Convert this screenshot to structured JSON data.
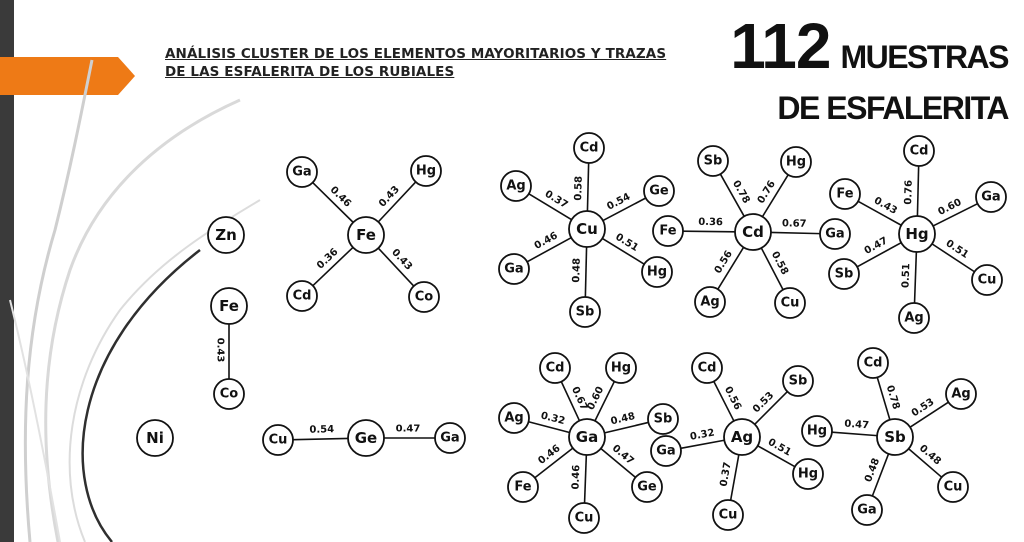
{
  "slide": {
    "title": "ANÁLISIS CLUSTER DE LOS ELEMENTOS MAYORITARIOS Y TRAZAS DE LAS ESFALERITA DE LOS RUBIALES",
    "big_count": "112",
    "big_word1": "MUESTRAS",
    "big_word2": "DE ESFALERITA"
  },
  "colors": {
    "accent": "#ee7a16",
    "bar": "#3a3a3a",
    "ink": "#111111"
  },
  "clusters": [
    {
      "id": "zn",
      "center": "Zn",
      "links": []
    },
    {
      "id": "ni",
      "center": "Ni",
      "links": []
    },
    {
      "id": "fe-co",
      "center": "Fe",
      "links": [
        {
          "el": "Co",
          "r": "0.43"
        }
      ]
    },
    {
      "id": "fe",
      "center": "Fe",
      "links": [
        {
          "el": "Ga",
          "r": "0.46"
        },
        {
          "el": "Hg",
          "r": "0.43"
        },
        {
          "el": "Cd",
          "r": "0.36"
        },
        {
          "el": "Co",
          "r": "0.43"
        }
      ]
    },
    {
      "id": "ge",
      "center": "Ge",
      "links": [
        {
          "el": "Cu",
          "r": "0.54"
        },
        {
          "el": "Ga",
          "r": "0.47"
        }
      ]
    },
    {
      "id": "cu",
      "center": "Cu",
      "links": [
        {
          "el": "Cd",
          "r": "0.58"
        },
        {
          "el": "Ge",
          "r": "0.54"
        },
        {
          "el": "Hg",
          "r": "0.51"
        },
        {
          "el": "Sb",
          "r": "0.48"
        },
        {
          "el": "Ga",
          "r": "0.46"
        },
        {
          "el": "Ag",
          "r": "0.37"
        }
      ]
    },
    {
      "id": "cd",
      "center": "Cd",
      "links": [
        {
          "el": "Sb",
          "r": "0.78"
        },
        {
          "el": "Hg",
          "r": "0.76"
        },
        {
          "el": "Ga",
          "r": "0.67"
        },
        {
          "el": "Cu",
          "r": "0.58"
        },
        {
          "el": "Ag",
          "r": "0.56"
        },
        {
          "el": "Fe",
          "r": "0.36"
        }
      ]
    },
    {
      "id": "hg",
      "center": "Hg",
      "links": [
        {
          "el": "Cd",
          "r": "0.76"
        },
        {
          "el": "Ga",
          "r": "0.60"
        },
        {
          "el": "Cu",
          "r": "0.51"
        },
        {
          "el": "Ag",
          "r": "0.51"
        },
        {
          "el": "Sb",
          "r": "0.47"
        },
        {
          "el": "Fe",
          "r": "0.43"
        }
      ]
    },
    {
      "id": "ga",
      "center": "Ga",
      "links": [
        {
          "el": "Cd",
          "r": "0.67"
        },
        {
          "el": "Hg",
          "r": "0.60"
        },
        {
          "el": "Sb",
          "r": "0.48"
        },
        {
          "el": "Ge",
          "r": "0.47"
        },
        {
          "el": "Cu",
          "r": "0.46"
        },
        {
          "el": "Fe",
          "r": "0.46"
        },
        {
          "el": "Ag",
          "r": "0.32"
        }
      ]
    },
    {
      "id": "ag",
      "center": "Ag",
      "links": [
        {
          "el": "Cd",
          "r": "0.56"
        },
        {
          "el": "Sb",
          "r": "0.53"
        },
        {
          "el": "Hg",
          "r": "0.51"
        },
        {
          "el": "Cu",
          "r": "0.37"
        },
        {
          "el": "Ga",
          "r": "0.32"
        }
      ]
    },
    {
      "id": "sb",
      "center": "Sb",
      "links": [
        {
          "el": "Cd",
          "r": "0.78"
        },
        {
          "el": "Ag",
          "r": "0.53"
        },
        {
          "el": "Cu",
          "r": "0.48"
        },
        {
          "el": "Ga",
          "r": "0.48"
        },
        {
          "el": "Hg",
          "r": "0.47"
        }
      ]
    }
  ]
}
